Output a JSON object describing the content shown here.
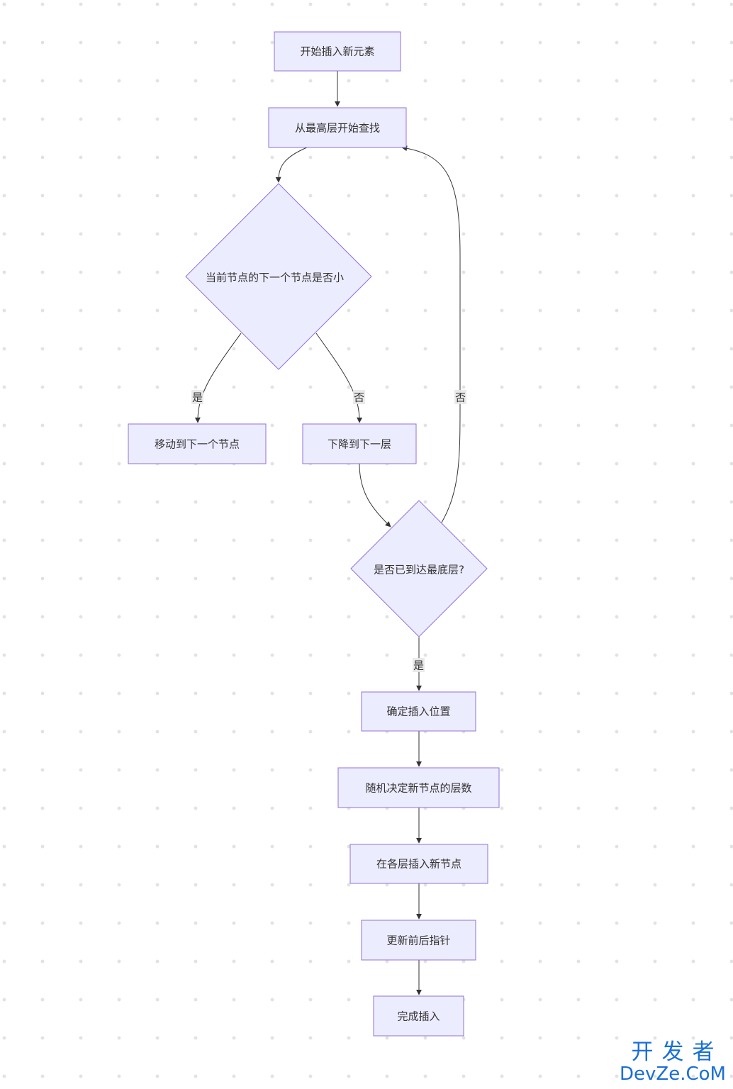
{
  "diagram": {
    "type": "flowchart",
    "nodes": {
      "start": "开始插入新元素",
      "search_top": "从最高层开始查找",
      "decision_next": "当前节点的下一个节点是否小",
      "move_next": "移动到下一个节点",
      "go_down": "下降到下一层",
      "decision_bottom": "是否已到达最底层?",
      "insert_pos": "确定插入位置",
      "random_level": "随机决定新节点的层数",
      "insert_each": "在各层插入新节点",
      "update_ptr": "更新前后指针",
      "done": "完成插入"
    },
    "edge_labels": {
      "next_yes": "是",
      "next_no": "否",
      "bottom_no": "否",
      "bottom_yes": "是"
    },
    "colors": {
      "node_fill": "#ECECFF",
      "node_stroke": "#9370DB",
      "edge": "#333333",
      "text": "#333333"
    }
  },
  "watermark": {
    "line1": "开发者",
    "line2": "DevZe.CoM",
    "color": "#1a6fd6"
  }
}
